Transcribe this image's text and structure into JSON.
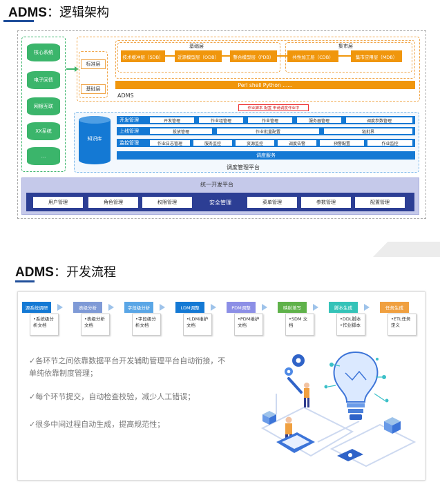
{
  "section1": {
    "title_prefix": "ADMS",
    "title_suffix": "：逻辑架构",
    "sources": [
      "核心系统",
      "电子回债",
      "网银互联",
      "XX系统",
      "..."
    ],
    "tools": [
      "标准层",
      "基础层"
    ],
    "base_layer": {
      "label": "基础层",
      "items": [
        "技术缓冲层（SDB）",
        "近源模型层（ODB）",
        "整合模型层（PDB）"
      ]
    },
    "mart_layer": {
      "label": "集市层",
      "items": [
        "共性加工层（CDB）",
        "集市应用层（MDB）"
      ]
    },
    "lang_bar": "Perl    shell    Python    ......",
    "adms_label": "ADMS",
    "link_label": "作业脚本 配置 申请调度作业中",
    "knowledge_base": "知识库",
    "schedule_rows": [
      {
        "label": "开发管理",
        "cells": [
          "开发管理",
          "作业组管理",
          "作业管理",
          "服务器管理",
          "调度参数管理"
        ]
      },
      {
        "label": "上线管理",
        "cells": [
          "投放管理",
          "作业批量配置",
          "链批界"
        ]
      },
      {
        "label": "监控管理",
        "cells": [
          "作业日志管理",
          "服务监控",
          "资源监控",
          "调度告警",
          "预警配置",
          "作业监控"
        ]
      }
    ],
    "schedule_service": "调度服务",
    "schedule_platform": "调度管理平台",
    "unified_platform": "统一开发平台",
    "unified_items": [
      "用户管理",
      "角色管理",
      "权限管理",
      "安全管理",
      "菜单管理",
      "参数管理",
      "配置管理"
    ]
  },
  "section2": {
    "title_prefix": "ADMS",
    "title_suffix": "：开发流程",
    "steps": [
      {
        "label": "源系统调研",
        "color": "#1479d4",
        "doc": "•系统级分析文档"
      },
      {
        "label": "表级分析",
        "color": "#7f9ad6",
        "doc": "•表级分析文档"
      },
      {
        "label": "字段级分析",
        "color": "#5aa6e6",
        "doc": "•字段级分析文档"
      },
      {
        "label": "LDM调整",
        "color": "#1479d4",
        "doc": "•LDM维护文档"
      },
      {
        "label": "PDM调整",
        "color": "#8c8fe6",
        "doc": "•PDM维护文档"
      },
      {
        "label": "映射填写",
        "color": "#5fb24a",
        "doc": "•SDM 文档"
      },
      {
        "label": "脚本生成",
        "color": "#35c3b8",
        "doc": "•DDL脚本\n•作业脚本"
      },
      {
        "label": "任务生成",
        "color": "#f0a040",
        "doc": "•ETL任务定义"
      }
    ],
    "bullets": [
      "✓各环节之间依靠数据平台开发辅助管理平台自动衔接，不单纯依靠制度管理；",
      "✓每个环节提交，自动检查校验，减少人工错误；",
      "✓很多中间过程自动生成，提高规范性；"
    ]
  }
}
